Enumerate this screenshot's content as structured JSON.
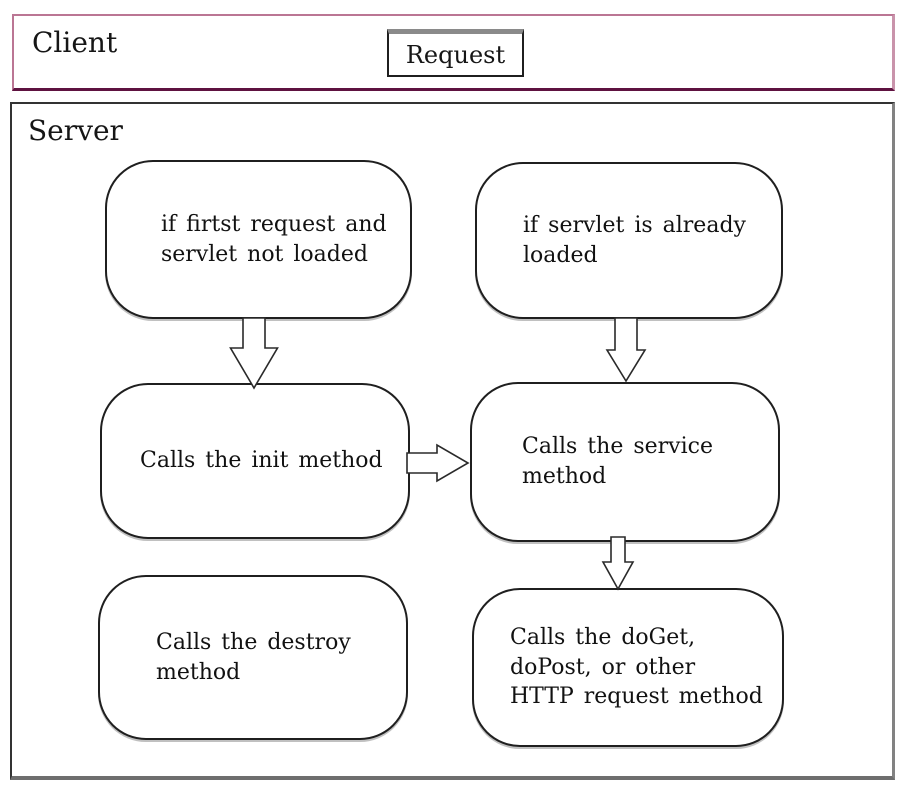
{
  "client": {
    "label": "Client",
    "request_label": "Request"
  },
  "server": {
    "label": "Server"
  },
  "nodes": [
    {
      "id": "first-request",
      "text": "if firtst request and\nservlet not loaded"
    },
    {
      "id": "already-loaded",
      "text": "if servlet is already\nloaded"
    },
    {
      "id": "init",
      "text": "Calls the init method"
    },
    {
      "id": "service",
      "text": "Calls the service\nmethod"
    },
    {
      "id": "destroy",
      "text": "Calls the destroy\nmethod"
    },
    {
      "id": "http-request",
      "text": "Calls the doGet,\ndoPost, or other\nHTTP request method"
    }
  ],
  "colors": {
    "client_border_pink": "#bb7694",
    "client_border_bottom_maroon": "#5e1240",
    "request_top_gray": "#8a8a8a",
    "server_border_dark": "#333333",
    "server_border_gray": "#828282",
    "node_border": "#1f1f1f",
    "node_shadow_gray": "#8c8c8c",
    "text": "#111111",
    "background": "#ffffff"
  }
}
